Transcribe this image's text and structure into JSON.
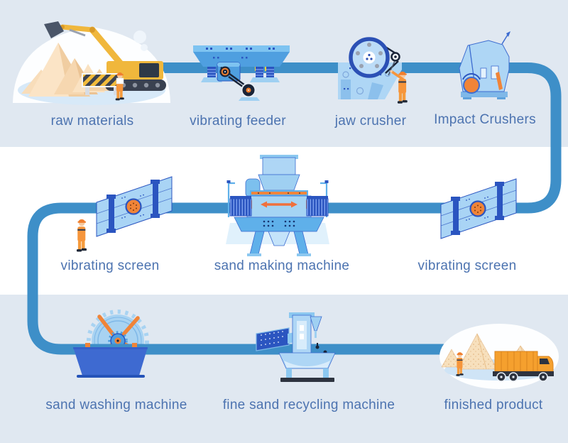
{
  "diagram": {
    "machines": [
      {
        "id": "raw-materials",
        "label": "raw materials",
        "row": "top"
      },
      {
        "id": "vibrating-feeder",
        "label": "vibrating feeder",
        "row": "top"
      },
      {
        "id": "jaw-crusher",
        "label": "jaw crusher",
        "row": "top"
      },
      {
        "id": "impact-crushers",
        "label": "Impact Crushers",
        "row": "top"
      },
      {
        "id": "vibrating-screen-left",
        "label": "vibrating screen",
        "row": "middle"
      },
      {
        "id": "sand-making-machine",
        "label": "sand making machine",
        "row": "middle"
      },
      {
        "id": "vibrating-screen-right",
        "label": "vibrating screen",
        "row": "middle"
      },
      {
        "id": "sand-washing-machine",
        "label": "sand washing machine",
        "row": "bottom"
      },
      {
        "id": "fine-sand-recycling-machine",
        "label": "fine sand recycling machine",
        "row": "bottom"
      },
      {
        "id": "finished-product",
        "label": "finished product",
        "row": "bottom"
      }
    ],
    "flow_order": [
      "raw materials",
      "vibrating feeder",
      "jaw crusher",
      "Impact Crushers",
      "vibrating screen",
      "sand making machine",
      "vibrating screen",
      "sand washing machine",
      "fine sand recycling machine",
      "finished product"
    ],
    "colors": {
      "background_band": "#E0E8F1",
      "background_middle": "#FFFFFF",
      "pipe_blue": "#3E8FC8",
      "label_text": "#4C73B0",
      "machine_light_blue": "#AED6F5",
      "machine_mid_blue": "#5FB0EA",
      "machine_dark_blue": "#2B55C0",
      "accent_orange": "#F08438",
      "excavator_yellow": "#F0B73C",
      "sand_tan": "#F7E0BD",
      "washer_basin_blue": "#3E6AD1"
    }
  }
}
